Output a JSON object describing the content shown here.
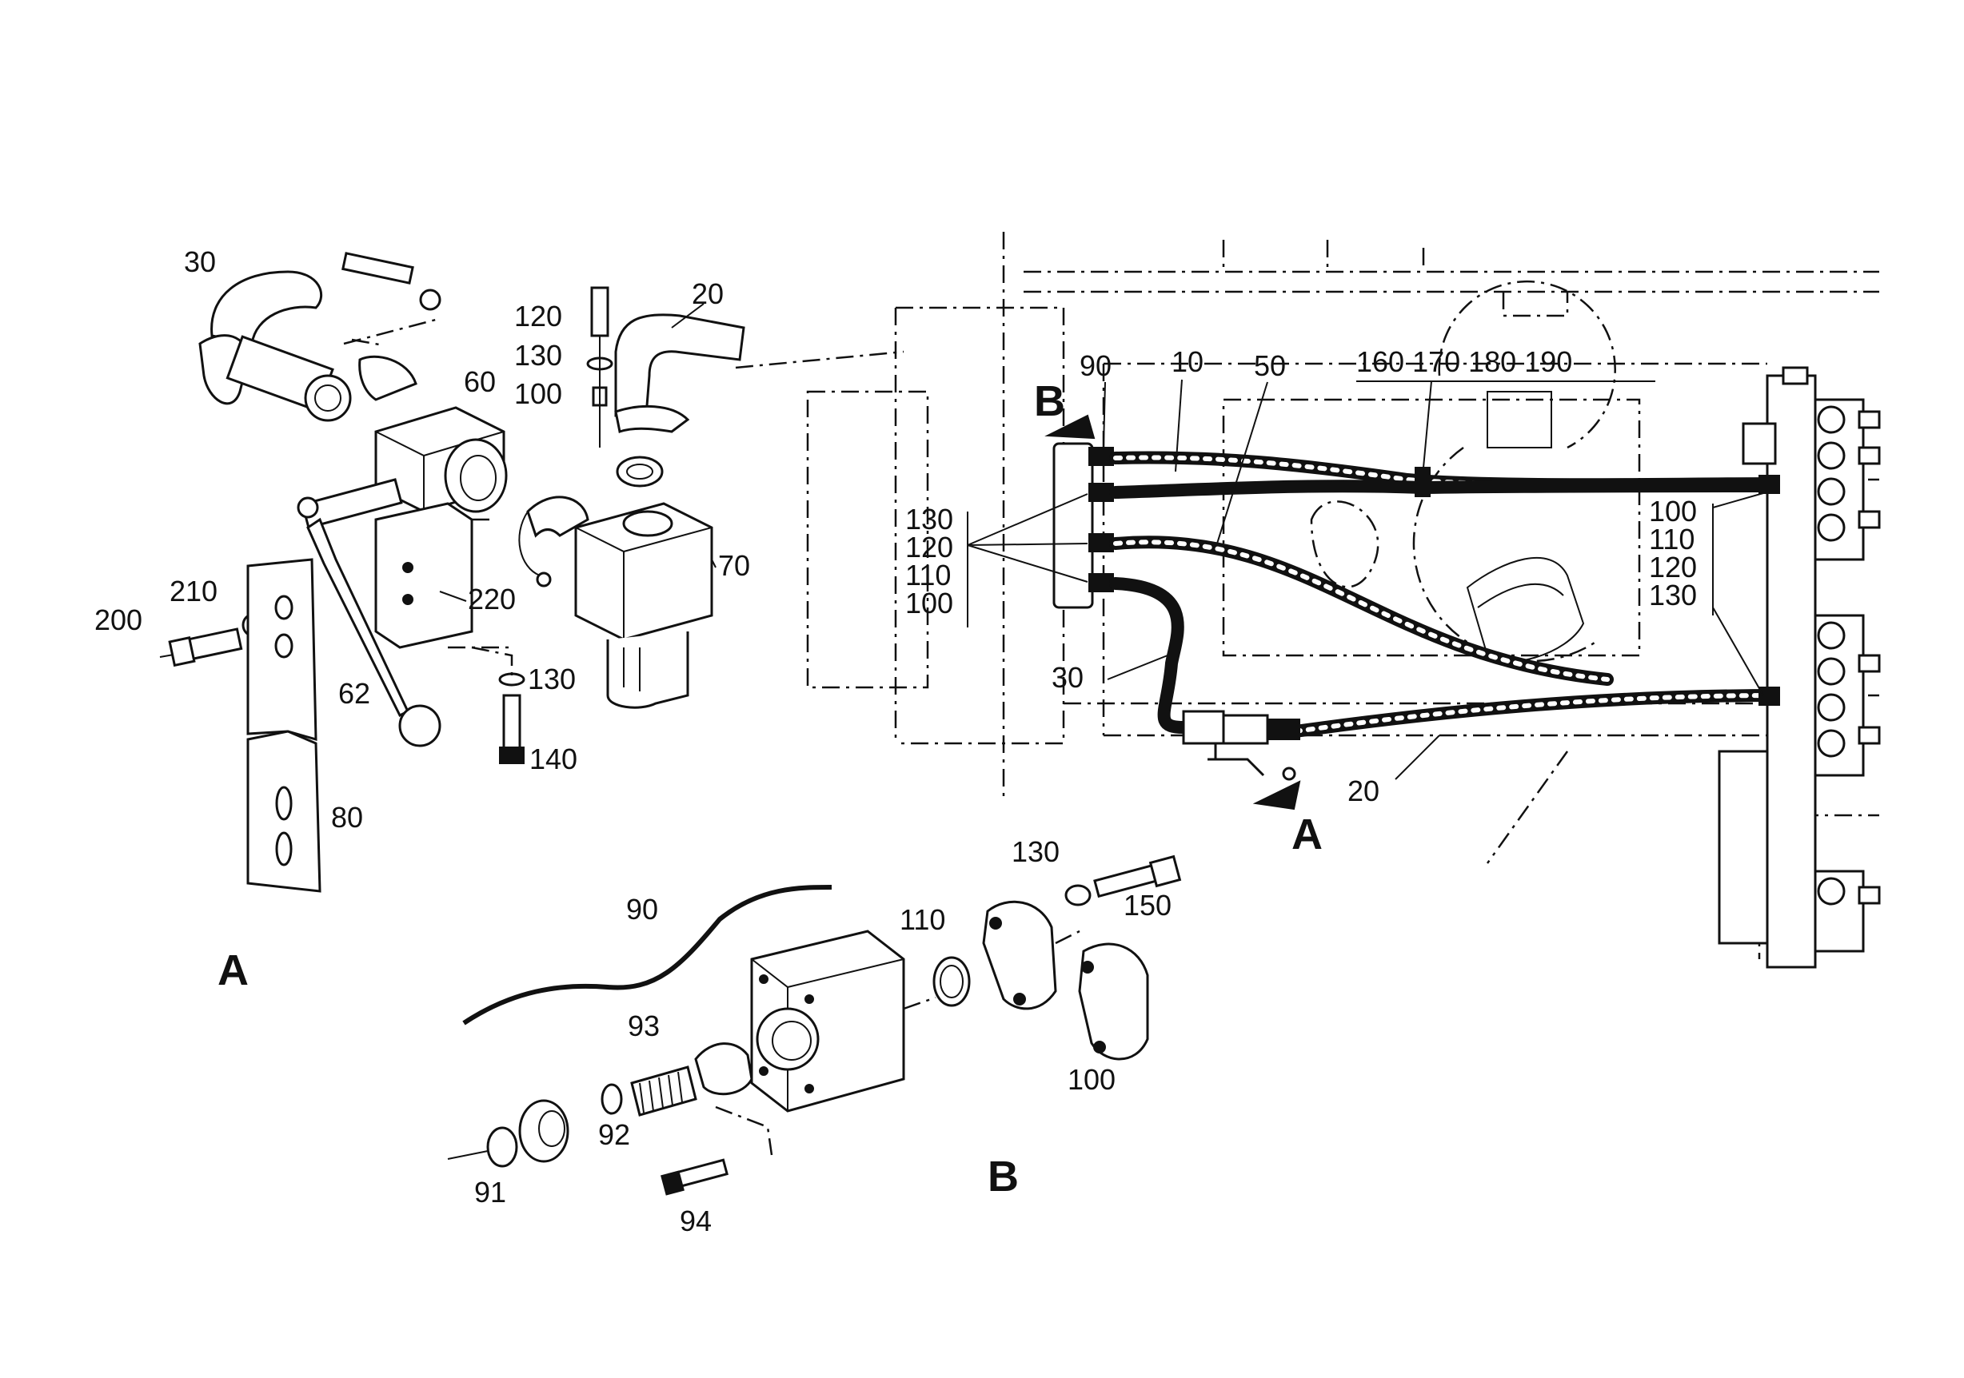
{
  "labels": {
    "left": {
      "l30": "30",
      "l20": "20",
      "l120": "120",
      "l130": "130",
      "l100": "100",
      "l60": "60",
      "l70": "70",
      "l210": "210",
      "l200": "200",
      "l220": "220",
      "l62": "62",
      "l130b": "130",
      "l140": "140",
      "l80": "80",
      "A": "A"
    },
    "bottom": {
      "l90": "90",
      "l110": "110",
      "l130": "130",
      "l150": "150",
      "l93": "93",
      "l92": "92",
      "l91": "91",
      "l94": "94",
      "l100": "100",
      "B": "B"
    },
    "right": {
      "B": "B",
      "l90": "90",
      "l10": "10",
      "l50": "50",
      "l160_190": "160 170 180 190",
      "stack_left": [
        "130",
        "120",
        "110",
        "100"
      ],
      "stack_right": [
        "100",
        "110",
        "120",
        "130"
      ],
      "l30": "30",
      "l20": "20",
      "A": "A"
    }
  }
}
